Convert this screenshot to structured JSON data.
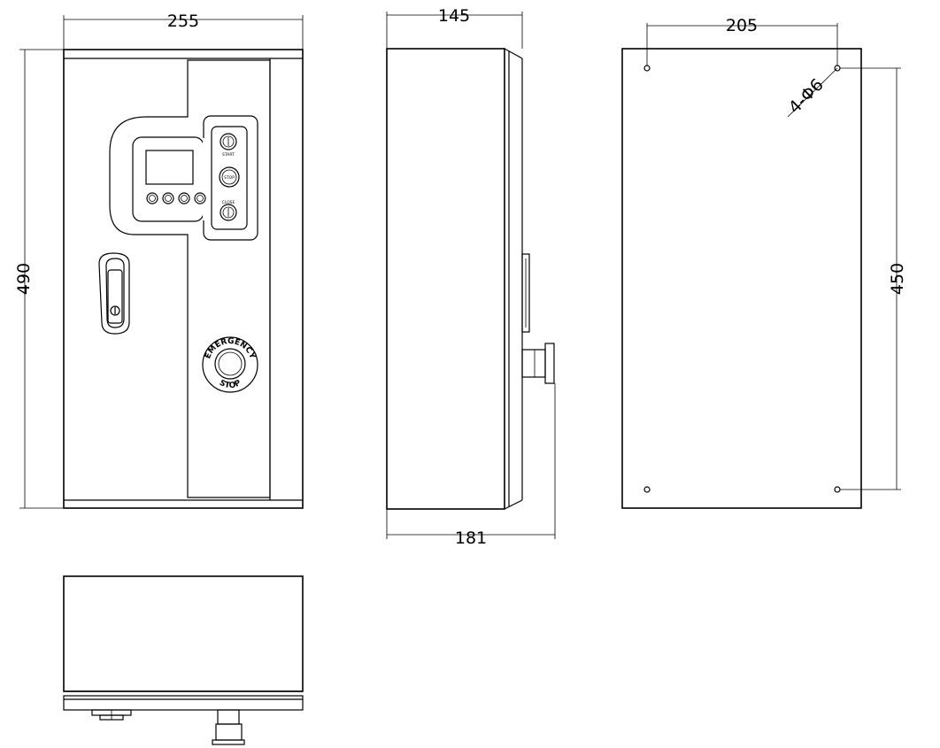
{
  "dimensions": {
    "front_width": "255",
    "front_height": "490",
    "side_depth": "145",
    "side_overall_depth": "181",
    "mount_spacing_horizontal": "205",
    "mount_spacing_vertical": "450",
    "mount_holes": "4-Φ6"
  },
  "labels": {
    "button_top": "START",
    "button_middle": "STOP",
    "button_bottom": "CLOSE",
    "estop_top": "EMERGENCY",
    "estop_bottom": "STOP"
  }
}
